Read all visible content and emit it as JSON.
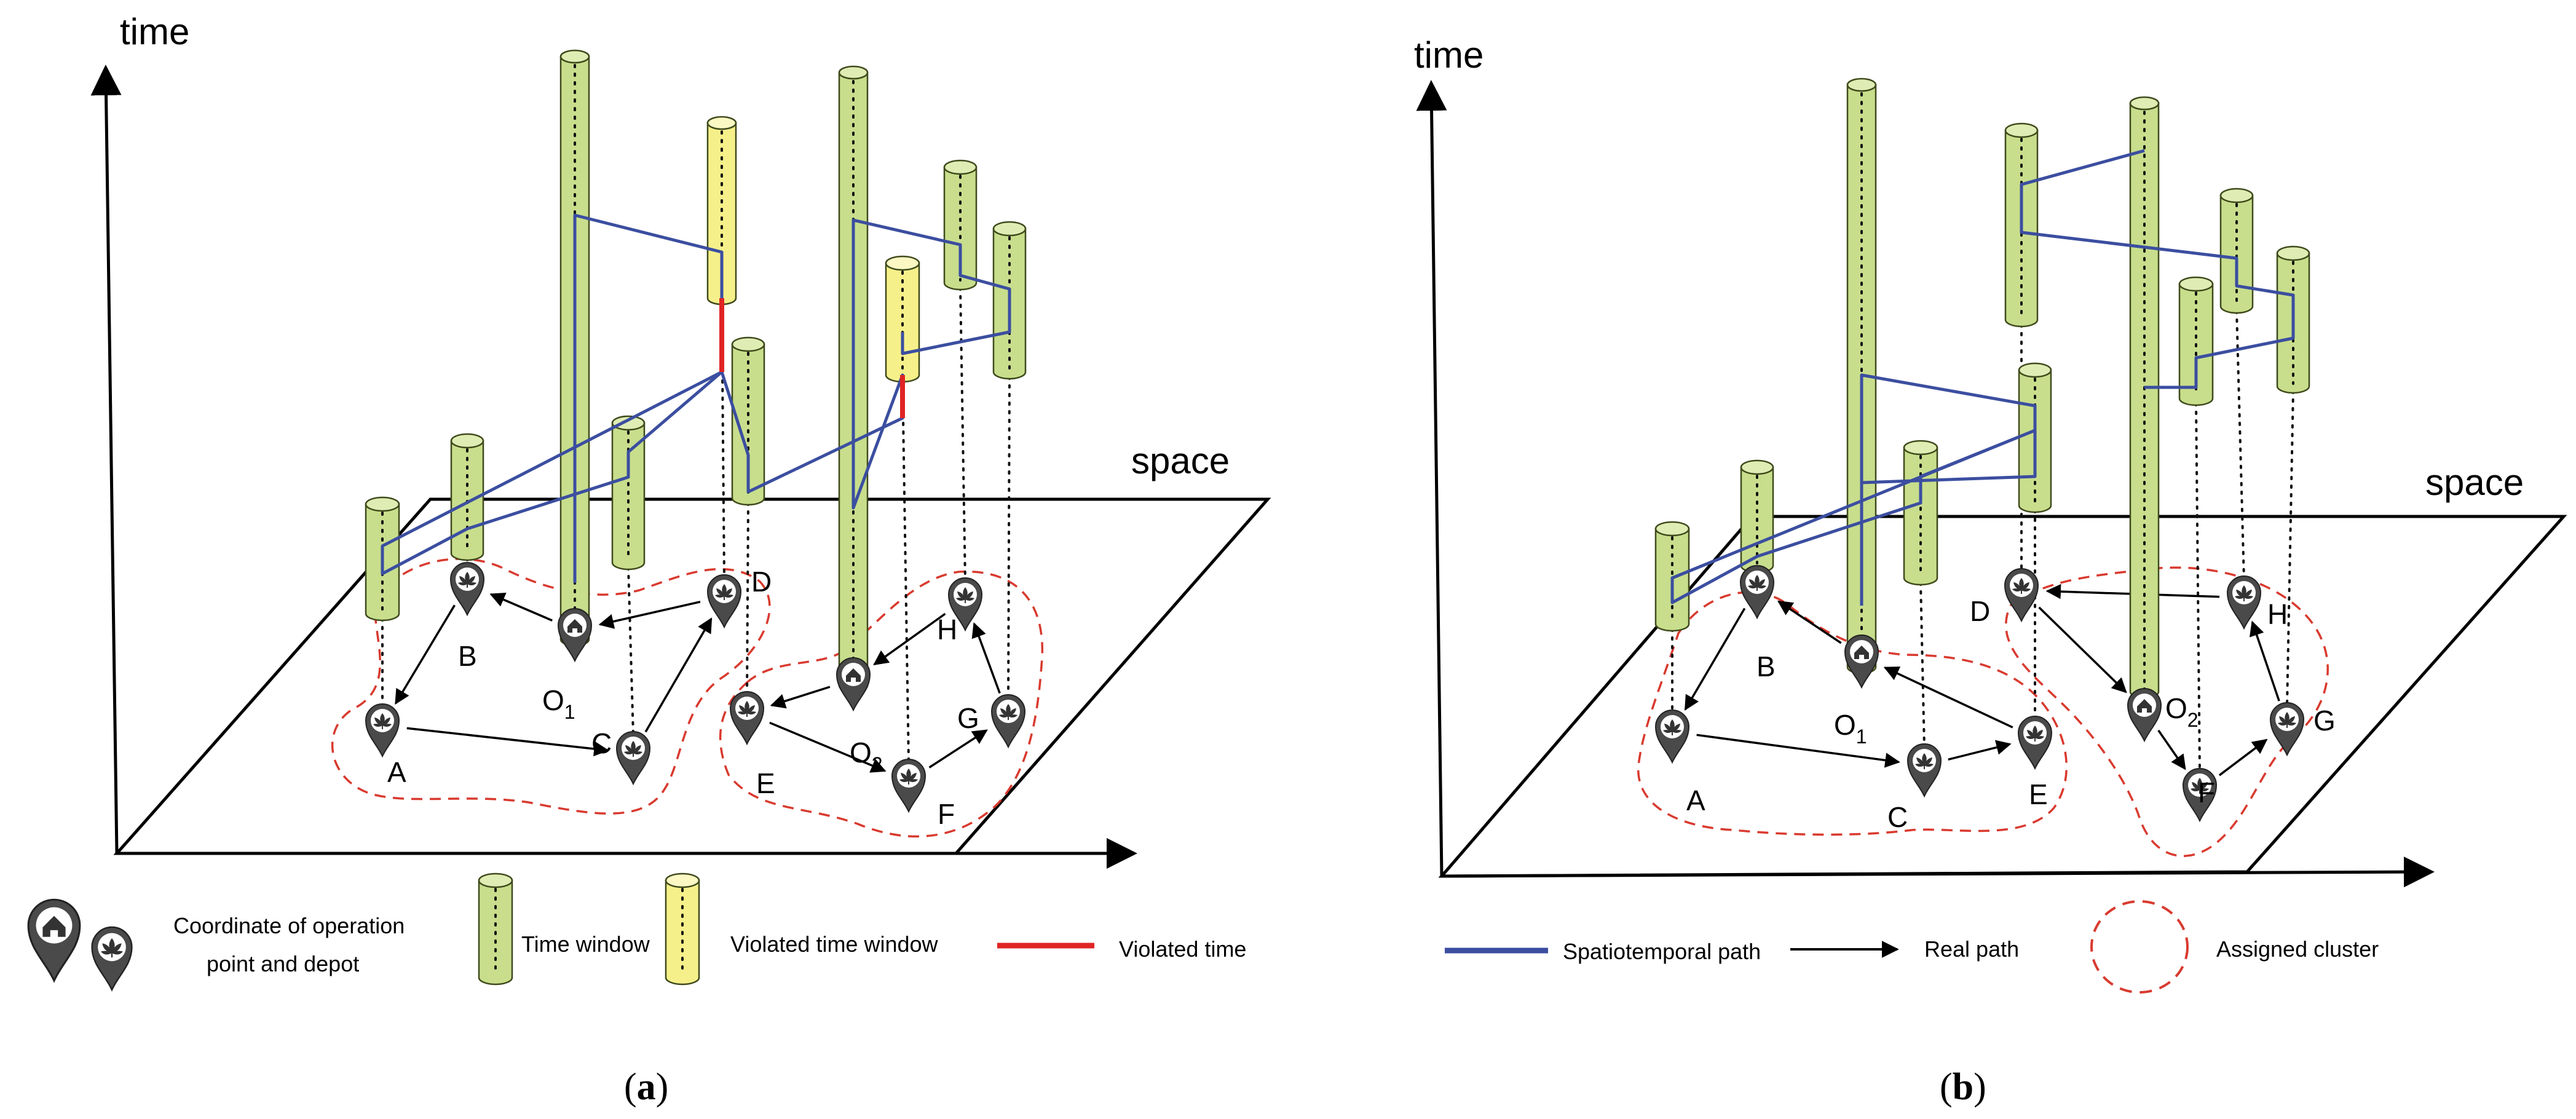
{
  "panels": [
    {
      "id": "a",
      "axis_time": "time",
      "axis_space": "space",
      "caption_open": "(",
      "caption_letter": "a",
      "caption_close": ")",
      "nodes": [
        {
          "key": "A",
          "label": "A",
          "type": "point"
        },
        {
          "key": "B",
          "label": "B",
          "type": "point"
        },
        {
          "key": "C",
          "label": "C",
          "type": "point"
        },
        {
          "key": "D",
          "label": "D",
          "type": "point"
        },
        {
          "key": "E",
          "label": "E",
          "type": "point"
        },
        {
          "key": "F",
          "label": "F",
          "type": "point"
        },
        {
          "key": "G",
          "label": "G",
          "type": "point"
        },
        {
          "key": "H",
          "label": "H",
          "type": "point"
        },
        {
          "key": "O1",
          "label": "O",
          "sub": "1",
          "type": "depot"
        },
        {
          "key": "O2",
          "label": "O",
          "sub": "2",
          "type": "depot"
        }
      ],
      "time_windows": [
        {
          "node": "A",
          "status": "ok"
        },
        {
          "node": "B",
          "status": "ok"
        },
        {
          "node": "O1",
          "status": "ok"
        },
        {
          "node": "C",
          "status": "ok"
        },
        {
          "node": "D",
          "status": "violated"
        },
        {
          "node": "E",
          "status": "ok"
        },
        {
          "node": "O2",
          "status": "ok"
        },
        {
          "node": "F",
          "status": "violated"
        },
        {
          "node": "H",
          "status": "ok"
        },
        {
          "node": "G",
          "status": "ok"
        }
      ],
      "real_path": [
        [
          "O1",
          "B"
        ],
        [
          "B",
          "A"
        ],
        [
          "A",
          "C"
        ],
        [
          "C",
          "D"
        ],
        [
          "D",
          "O1"
        ],
        [
          "O2",
          "E"
        ],
        [
          "E",
          "F"
        ],
        [
          "F",
          "G"
        ],
        [
          "G",
          "H"
        ],
        [
          "H",
          "O2"
        ]
      ],
      "clusters": [
        [
          "A",
          "B",
          "O1",
          "C",
          "D"
        ],
        [
          "E",
          "O2",
          "F",
          "G",
          "H"
        ]
      ]
    },
    {
      "id": "b",
      "axis_time": "time",
      "axis_space": "space",
      "caption_open": "(",
      "caption_letter": "b",
      "caption_close": ")",
      "nodes": [
        {
          "key": "A",
          "label": "A",
          "type": "point"
        },
        {
          "key": "B",
          "label": "B",
          "type": "point"
        },
        {
          "key": "C",
          "label": "C",
          "type": "point"
        },
        {
          "key": "D",
          "label": "D",
          "type": "point"
        },
        {
          "key": "E",
          "label": "E",
          "type": "point"
        },
        {
          "key": "F",
          "label": "F",
          "type": "point"
        },
        {
          "key": "G",
          "label": "G",
          "type": "point"
        },
        {
          "key": "H",
          "label": "H",
          "type": "point"
        },
        {
          "key": "O1",
          "label": "O",
          "sub": "1",
          "type": "depot"
        },
        {
          "key": "O2",
          "label": "O",
          "sub": "2",
          "type": "depot"
        }
      ],
      "time_windows": [
        {
          "node": "A",
          "status": "ok"
        },
        {
          "node": "B",
          "status": "ok"
        },
        {
          "node": "O1",
          "status": "ok"
        },
        {
          "node": "C",
          "status": "ok"
        },
        {
          "node": "D",
          "status": "ok"
        },
        {
          "node": "E",
          "status": "ok"
        },
        {
          "node": "O2",
          "status": "ok"
        },
        {
          "node": "F",
          "status": "ok"
        },
        {
          "node": "H",
          "status": "ok"
        },
        {
          "node": "G",
          "status": "ok"
        }
      ],
      "real_path": [
        [
          "O1",
          "B"
        ],
        [
          "B",
          "A"
        ],
        [
          "A",
          "C"
        ],
        [
          "C",
          "E"
        ],
        [
          "E",
          "O1"
        ],
        [
          "O2",
          "F"
        ],
        [
          "F",
          "G"
        ],
        [
          "G",
          "H"
        ],
        [
          "H",
          "D"
        ],
        [
          "D",
          "O2"
        ]
      ],
      "clusters": [
        [
          "A",
          "B",
          "O1",
          "C",
          "E"
        ],
        [
          "D",
          "O2",
          "F",
          "G",
          "H"
        ]
      ]
    }
  ],
  "legend_a": {
    "coordinate_line1": "Coordinate of operation",
    "coordinate_line2": "point and depot",
    "time_window": "Time window",
    "violated_time_window": "Violated time window",
    "violated_time": "Violated time"
  },
  "legend_b": {
    "spatiotemporal_path": "Spatiotemporal path",
    "real_path": "Real path",
    "assigned_cluster": "Assigned cluster"
  },
  "colors": {
    "window_fill": "#c8de8c",
    "window_top": "#dfedb4",
    "window_stroke": "#3f4a1c",
    "violated_fill": "#f6f08a",
    "violated_top": "#fbf8c4",
    "spatiotemporal_path": "#3b4ea0",
    "violated_time": "#e02424",
    "cluster": "#d93a2f",
    "pin": "#4a4a4a"
  },
  "icons": [
    "home-icon",
    "leaf-icon"
  ]
}
